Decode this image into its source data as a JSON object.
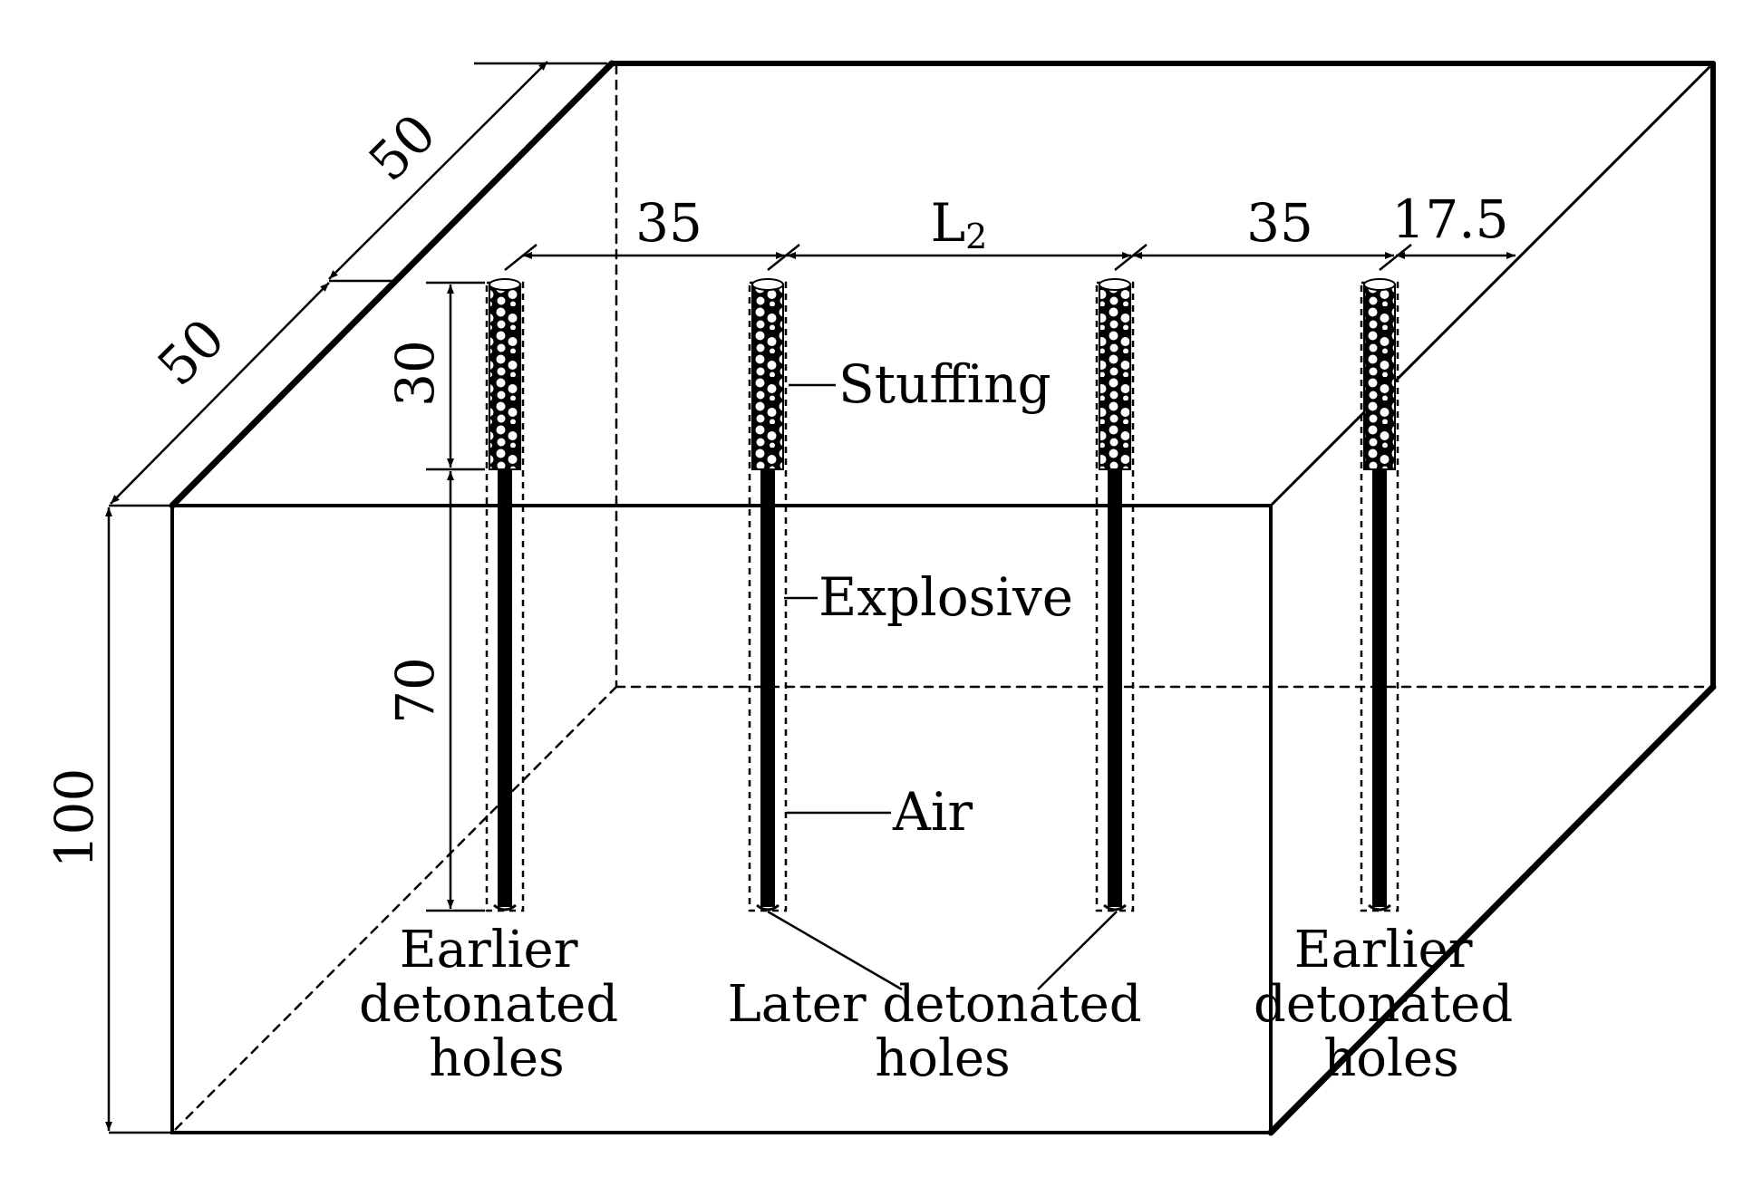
{
  "dimensions": {
    "depth_upper": "50",
    "depth_lower": "50",
    "height": "100",
    "stemming_length": "30",
    "charge_length": "70",
    "spacing_left": "35",
    "spacing_middle_base": "L",
    "spacing_middle_sub": "2",
    "spacing_right": "35",
    "edge_right": "17.5"
  },
  "callouts": {
    "stuffing": "Stuffing",
    "explosive": "Explosive",
    "air": "Air"
  },
  "captions": {
    "earlier_left": [
      "Earlier",
      "detonated",
      "holes"
    ],
    "later": [
      "Later detonated",
      "holes"
    ],
    "earlier_right": [
      "Earlier",
      "detonated",
      "holes"
    ]
  },
  "colors": {
    "line": "#000000",
    "background": "#ffffff"
  }
}
